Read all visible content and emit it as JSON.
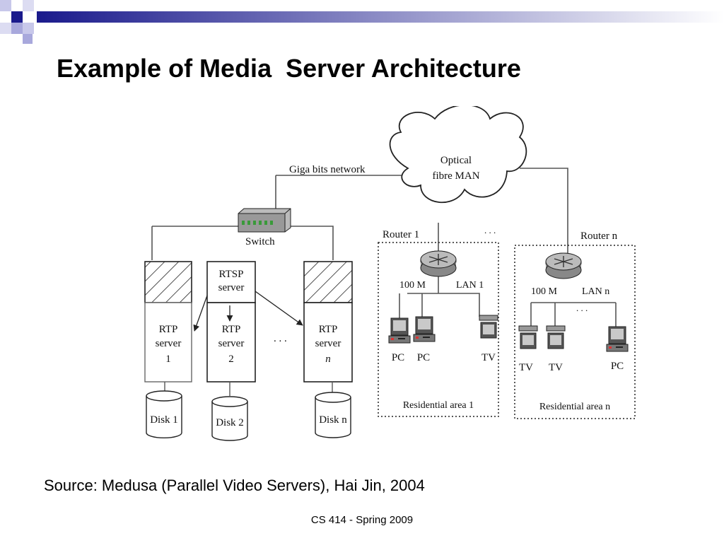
{
  "slide": {
    "title": "Example of Media  Server Architecture",
    "source": "Source: Medusa (Parallel Video Servers), Hai Jin, 2004",
    "footer": "CS 414 - Spring 2009",
    "accent_color": "#1a1a8c"
  },
  "diagram": {
    "cloud": {
      "line1": "Optical",
      "line2": "fibre MAN"
    },
    "network_label": "Giga bits network",
    "switch_label": "Switch",
    "rtsp_server": {
      "line1": "RTSP",
      "line2": "server"
    },
    "rtp_servers": [
      {
        "line1": "RTP",
        "line2": "server",
        "line3": "1"
      },
      {
        "line1": "RTP",
        "line2": "server",
        "line3": "2"
      },
      {
        "line1": "RTP",
        "line2": "server",
        "line3": "n"
      }
    ],
    "server_ellipsis": ". . .",
    "disks": [
      "Disk 1",
      "Disk 2",
      "Disk n"
    ],
    "areas": [
      {
        "router": "Router 1",
        "speed": "100 M",
        "lan": "LAN 1",
        "devices": [
          "PC",
          "PC",
          "TV"
        ],
        "name": "Residential area 1"
      },
      {
        "router": "Router n",
        "speed": "100 M",
        "lan": "LAN n",
        "devices": [
          "TV",
          "TV",
          "PC"
        ],
        "name": "Residential area n"
      }
    ],
    "area_ellipsis": ". . .",
    "lan_ellipsis": ". . ."
  }
}
